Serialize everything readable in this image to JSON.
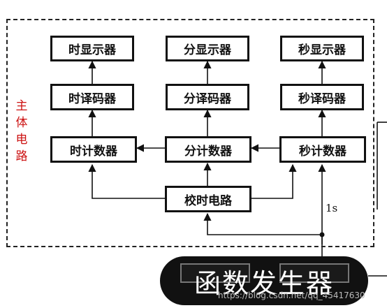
{
  "side_label": [
    "主",
    "体",
    "电",
    "路"
  ],
  "boxes": {
    "hour_display": "时显示器",
    "min_display": "分显示器",
    "sec_display": "秒显示器",
    "hour_decoder": "时译码器",
    "min_decoder": "分译码器",
    "sec_decoder": "秒译码器",
    "hour_counter": "时计数器",
    "min_counter": "分计数器",
    "sec_counter": "秒计数器",
    "time_adjust": "校时电路"
  },
  "signal_label": "1s",
  "generator_label": "函数发生器",
  "watermark": "https://blog.csdn.net/qq_45417630"
}
